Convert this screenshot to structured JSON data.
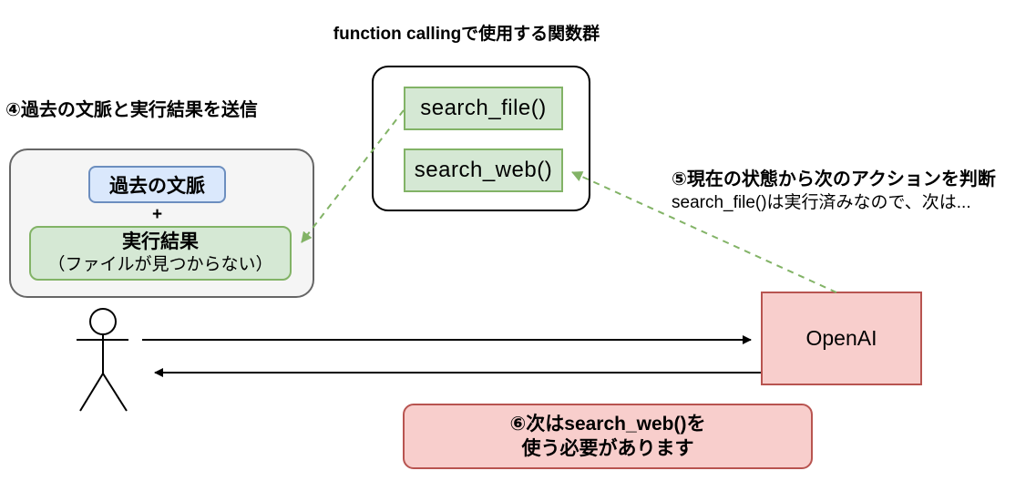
{
  "title": "function callingで使用する関数群",
  "function_group": {
    "functions": [
      {
        "label": "search_file()"
      },
      {
        "label": "search_web()"
      }
    ]
  },
  "step4": {
    "label": "④過去の文脈と実行結果を送信"
  },
  "context_box": {
    "past_context": "過去の文脈",
    "plus": "+",
    "result_title": "実行結果",
    "result_detail": "（ファイルが見つからない）"
  },
  "step5": {
    "line1": "⑤現在の状態から次のアクションを判断",
    "line2": "search_file()は実行済みなので、次は..."
  },
  "openai": {
    "label": "OpenAI"
  },
  "response": {
    "line1": "⑥次はsearch_web()を",
    "line2": "使う必要があります"
  },
  "icons": {
    "actor": "stick-figure-person",
    "solid_arrows": "black-request-response-arrows",
    "dashed_arrows": "green-function-call-arrows"
  },
  "colors": {
    "function_fill": "#d5e8d4",
    "function_border": "#82b366",
    "context_fill": "#dae8fc",
    "context_border": "#6c8ebf",
    "openai_fill": "#f8cecc",
    "openai_border": "#b85450",
    "group_fill": "#f5f5f5",
    "group_border": "#666666",
    "dashed_arrow": "#82b366",
    "solid_arrow": "#000000"
  }
}
